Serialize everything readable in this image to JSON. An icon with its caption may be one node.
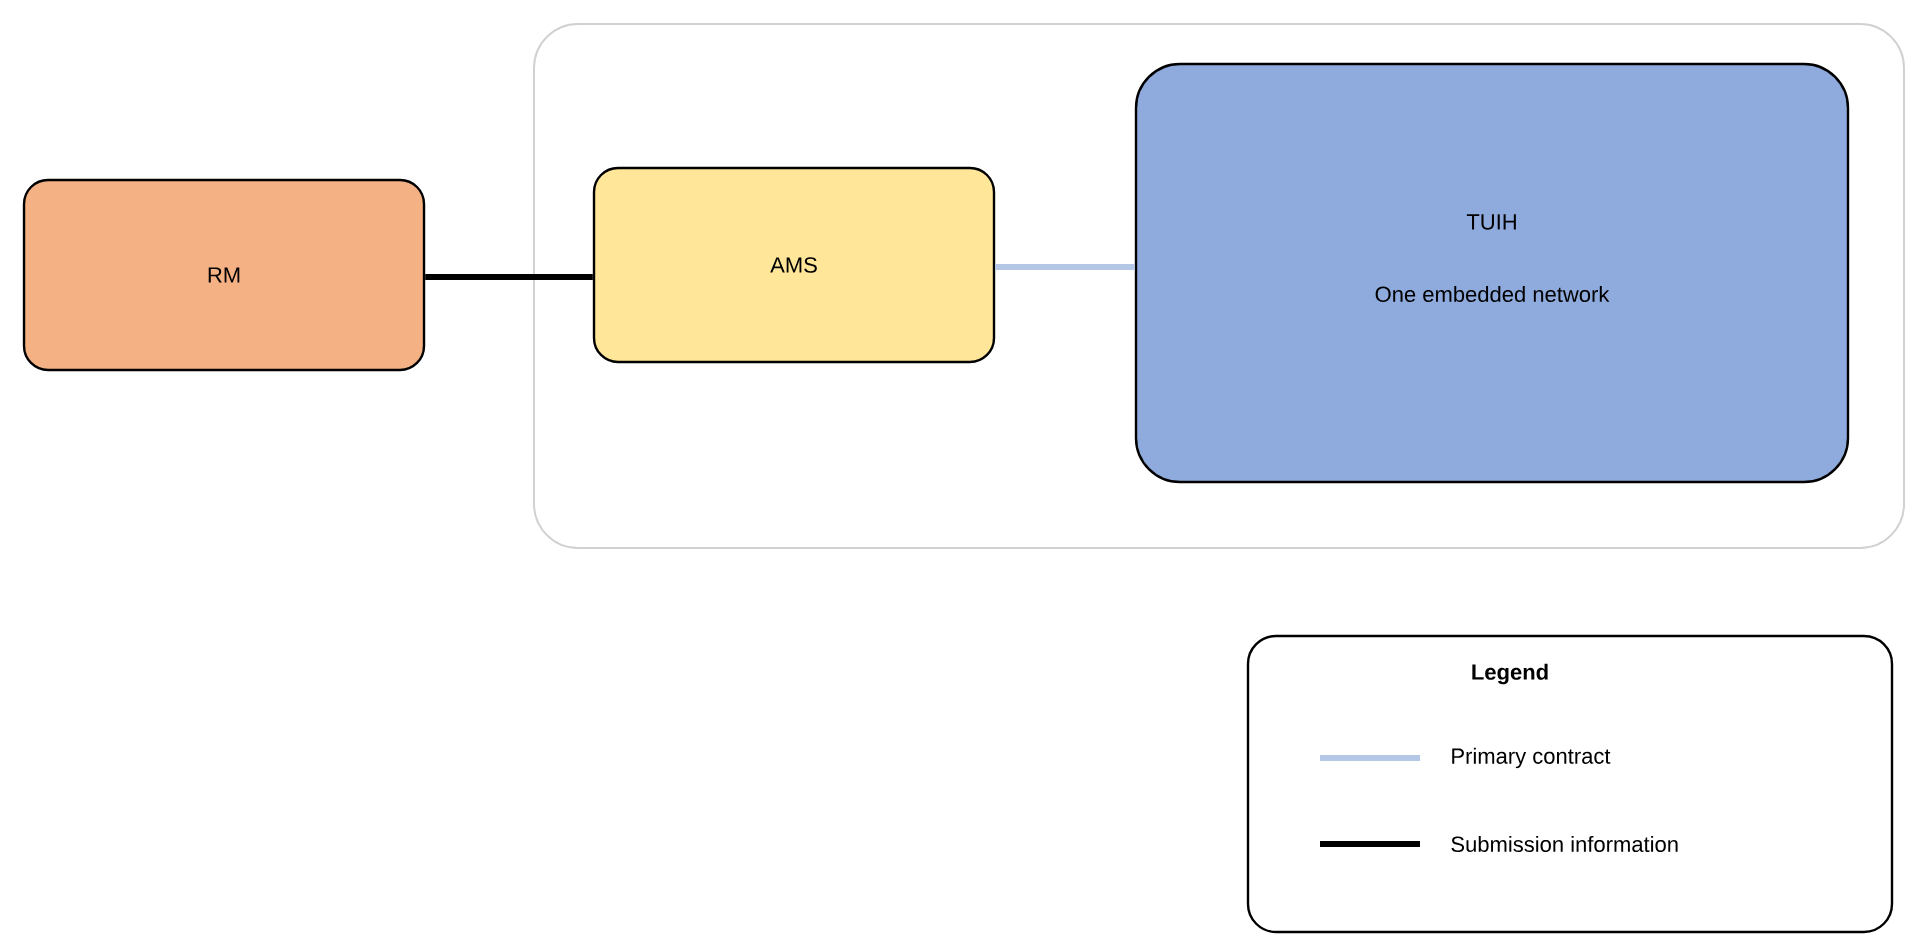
{
  "diagram": {
    "nodes": [
      {
        "text": [],
        "shape": "box"
      },
      {
        "text": [
          "RM"
        ]
      },
      {
        "text": [
          "AMS"
        ],
        "in": 0
      },
      {
        "text": [
          "TUIH",
          "One embedded network"
        ],
        "in": 0
      }
    ],
    "edges": [
      {
        "from": 1,
        "to": 2,
        "arrow": "none"
      },
      {
        "from": 2,
        "to": 3,
        "arrow": "none",
        "color": "#b4c7e7"
      }
    ],
    "labels": [
      "Legend"
    ],
    "legend": [
      {
        "text": "Primary contract"
      },
      {
        "text": "Submission information"
      }
    ]
  }
}
